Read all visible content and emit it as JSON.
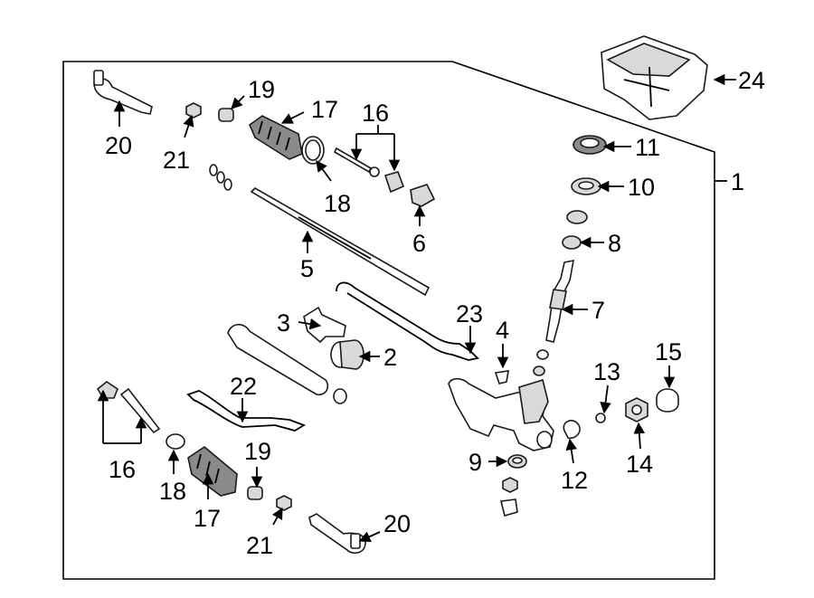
{
  "diagram": {
    "callouts": [
      {
        "id": "c1",
        "text": "1"
      },
      {
        "id": "c2",
        "text": "2"
      },
      {
        "id": "c3",
        "text": "3"
      },
      {
        "id": "c4",
        "text": "4"
      },
      {
        "id": "c5",
        "text": "5"
      },
      {
        "id": "c6",
        "text": "6"
      },
      {
        "id": "c7",
        "text": "7"
      },
      {
        "id": "c8",
        "text": "8"
      },
      {
        "id": "c9",
        "text": "9"
      },
      {
        "id": "c10",
        "text": "10"
      },
      {
        "id": "c11",
        "text": "11"
      },
      {
        "id": "c12",
        "text": "12"
      },
      {
        "id": "c13",
        "text": "13"
      },
      {
        "id": "c14",
        "text": "14"
      },
      {
        "id": "c15",
        "text": "15"
      },
      {
        "id": "c16a",
        "text": "16"
      },
      {
        "id": "c16b",
        "text": "16"
      },
      {
        "id": "c17a",
        "text": "17"
      },
      {
        "id": "c17b",
        "text": "17"
      },
      {
        "id": "c18a",
        "text": "18"
      },
      {
        "id": "c18b",
        "text": "18"
      },
      {
        "id": "c19a",
        "text": "19"
      },
      {
        "id": "c19b",
        "text": "19"
      },
      {
        "id": "c20a",
        "text": "20"
      },
      {
        "id": "c20b",
        "text": "20"
      },
      {
        "id": "c21a",
        "text": "21"
      },
      {
        "id": "c21b",
        "text": "21"
      },
      {
        "id": "c22",
        "text": "22"
      },
      {
        "id": "c23",
        "text": "23"
      },
      {
        "id": "c24",
        "text": "24"
      }
    ]
  }
}
